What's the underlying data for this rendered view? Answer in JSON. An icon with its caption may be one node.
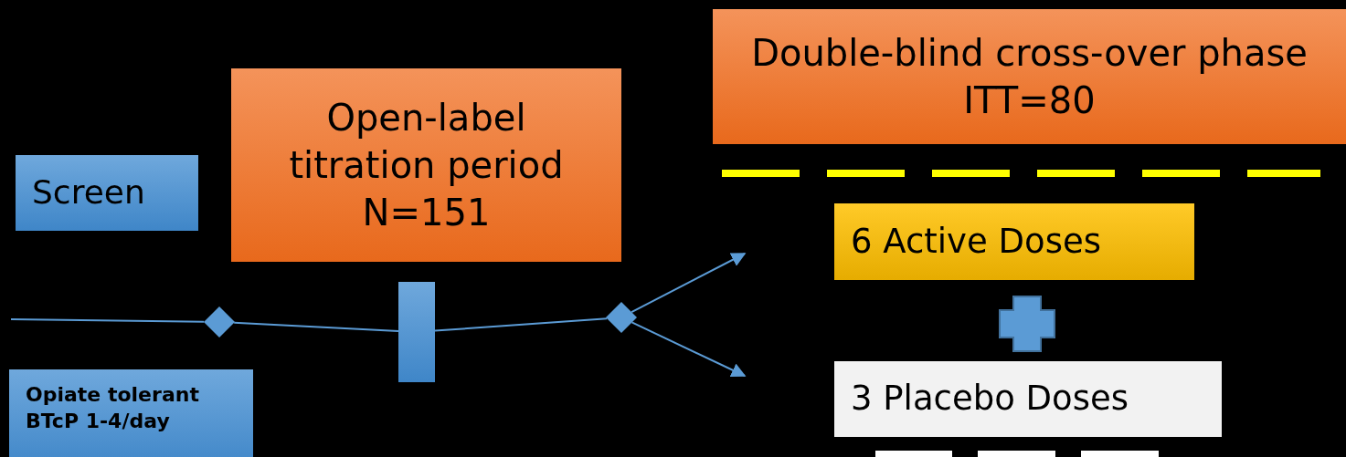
{
  "diagram": {
    "nodes": [
      {
        "text": [
          "Double-blind cross-over phase ITT=80"
        ]
      },
      {
        "text": [
          "Open-label titration period N=151"
        ]
      },
      {
        "text": [
          "Screen"
        ]
      },
      {
        "text": [
          "6 Active Doses"
        ]
      },
      {
        "text": [],
        "shape": "diamond"
      },
      {
        "text": [],
        "shape": "bar"
      },
      {
        "text": [],
        "shape": "diamond"
      },
      {
        "text": [
          "Opiate tolerant BTcP 1-4/day"
        ]
      },
      {
        "text": [
          "3 Placebo Doses"
        ]
      },
      {
        "text": [],
        "shape": "box"
      },
      {
        "text": [],
        "shape": "box"
      },
      {
        "text": [],
        "shape": "box"
      }
    ],
    "edges": [
      {
        "from": null,
        "to": 4,
        "arrow": "none"
      },
      {
        "from": 4,
        "to": 5,
        "arrow": "none"
      },
      {
        "from": 5,
        "to": 6,
        "arrow": "none"
      },
      {
        "from": 6,
        "to": null,
        "arrow": "to"
      },
      {
        "from": 6,
        "to": null,
        "arrow": "to"
      }
    ]
  }
}
